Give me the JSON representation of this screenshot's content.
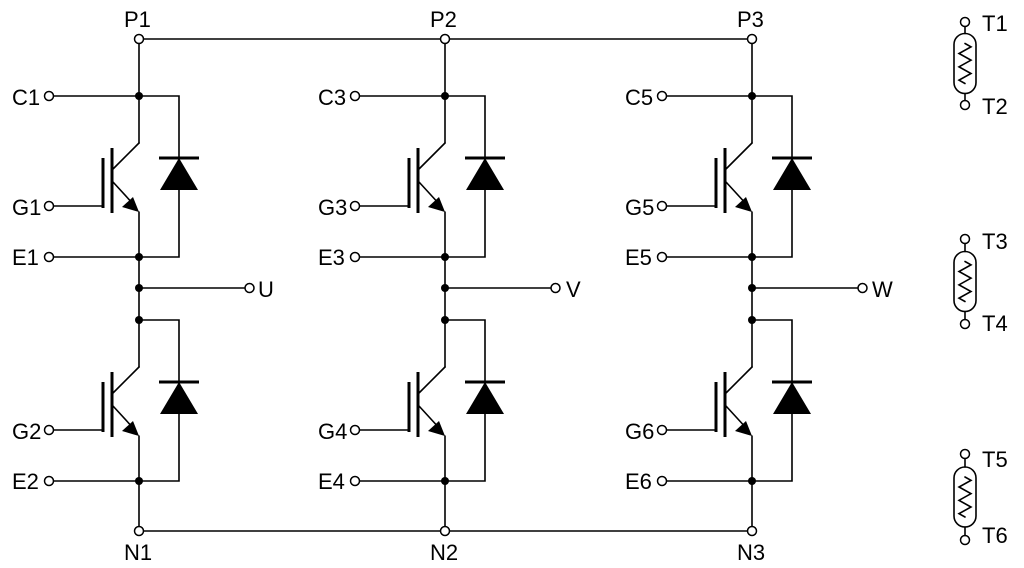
{
  "bus_labels": {
    "p1": "P1",
    "p2": "P2",
    "p3": "P3",
    "n1": "N1",
    "n2": "N2",
    "n3": "N3"
  },
  "phase_labels": {
    "u": "U",
    "v": "V",
    "w": "W"
  },
  "legs": [
    {
      "c_upper": "C1",
      "g_upper": "G1",
      "e_upper": "E1",
      "g_lower": "G2",
      "e_lower": "E2"
    },
    {
      "c_upper": "C3",
      "g_upper": "G3",
      "e_upper": "E3",
      "g_lower": "G4",
      "e_lower": "E4"
    },
    {
      "c_upper": "C5",
      "g_upper": "G5",
      "e_upper": "E5",
      "g_lower": "G6",
      "e_lower": "E6"
    }
  ],
  "thermistors": [
    {
      "a": "T1",
      "b": "T2"
    },
    {
      "a": "T3",
      "b": "T4"
    },
    {
      "a": "T5",
      "b": "T6"
    }
  ]
}
